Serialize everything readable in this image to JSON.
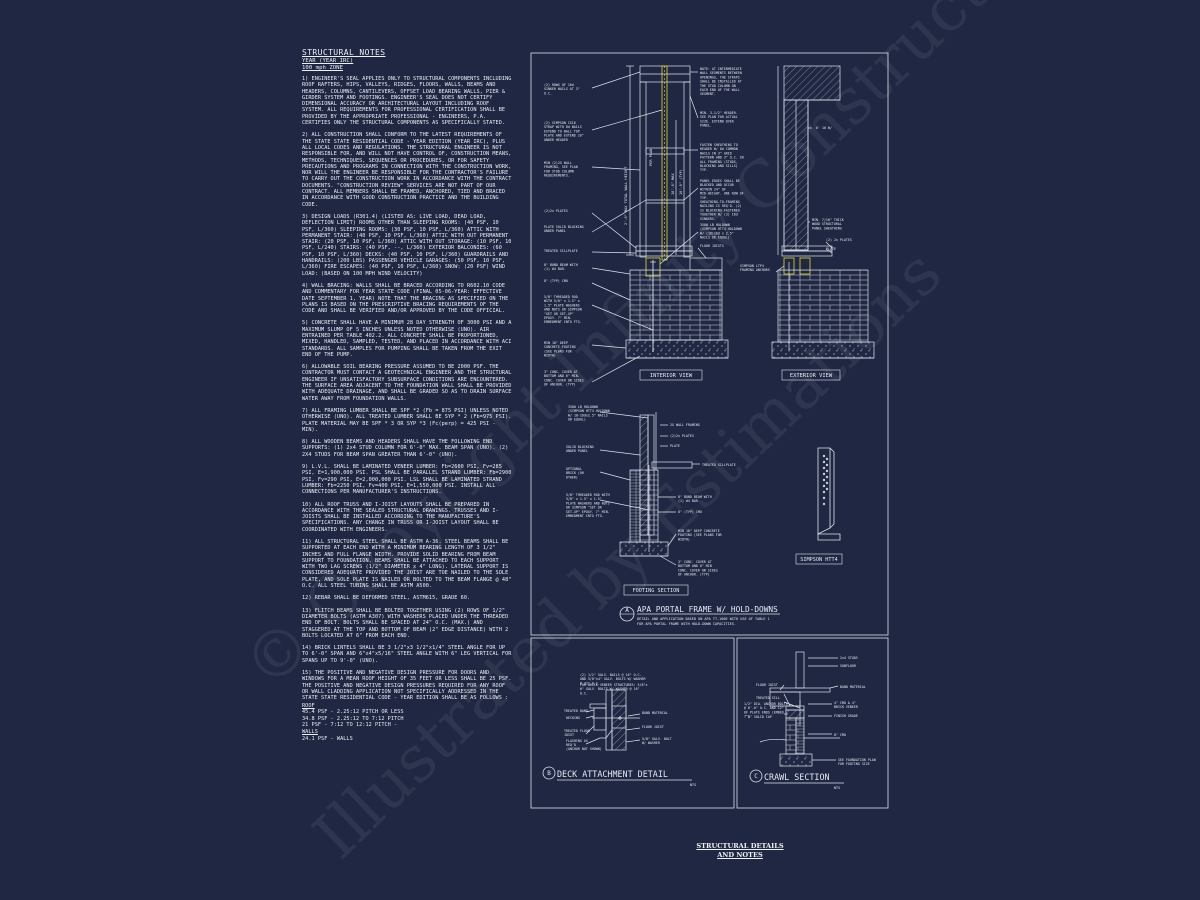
{
  "notes": {
    "title": "STRUCTURAL NOTES",
    "subtitle_1": "YEAR  (YEAR IRC)",
    "subtitle_2": "100 mph ZONE",
    "paragraphs": [
      "1) ENGINEER'S SEAL APPLIES ONLY TO STRUCTURAL COMPONENTS INCLUDING ROOF RAFTERS, HIPS, VALLEYS, RIDGES, FLOORS, WALLS, BEAMS AND HEADERS, COLUMNS, CANTILEVERS, OFFSET LOAD BEARING WALLS, PIER & GIRDER SYSTEM AND FOOTINGS. ENGINEER'S SEAL DOES NOT CERTIFY DIMENSIONAL ACCURACY OR ARCHITECTURAL LAYOUT INCLUDING ROOF SYSTEM. ALL REQUIREMENTS FOR PROFESSIONAL CERTIFICATION SHALL BE PROVIDED BY THE APPROPRIATE PROFESSIONAL - ENGINEERS, P.A. CERTIFIES ONLY THE STRUCTURAL COMPONENTS AS SPECIFICALLY STATED.",
      "2) ALL CONSTRUCTION SHALL CONFORM TO THE LATEST REQUIREMENTS OF THE STATE STATE RESIDENTIAL CODE - YEAR EDITION (YEAR IRC), PLUS ALL LOCAL CODES AND REGULATIONS. THE STRUCTURAL ENGINEER IS NOT RESPONSIBLE FOR, AND WILL NOT HAVE CONTROL OF, CONSTRUCTION MEANS, METHODS, TECHNIQUES, SEQUENCES OR PROCEDURES, OR FOR SAFETY PRECAUTIONS AND PROGRAMS IN CONNECTION WITH THE CONSTRUCTION WORK, NOR WILL THE ENGINEER BE RESPONSIBLE FOR THE CONTRACTOR'S FAILURE TO CARRY OUT THE CONSTRUCTION WORK IN ACCORDANCE WITH THE CONTRACT DOCUMENTS. \"CONSTRUCTION REVIEW\" SERVICES ARE NOT PART OF OUR CONTRACT. ALL MEMBERS SHALL BE FRAMED, ANCHORED, TIED AND BRACED IN ACCORDANCE WITH GOOD CONSTRUCTION PRACTICE AND THE BUILDING CODE.",
      "3) DESIGN LOADS (R301.4) (LISTED AS: LIVE LOAD, DEAD LOAD, DEFLECTION LIMIT) ROOMS OTHER THAN SLEEPING ROOMS: (40 PSF, 10 PSF, L/360) SLEEPING ROOMS: (30 PSF, 10 PSF, L/360) ATTIC WITH PERMANENT STAIR: (40 PSF, 10 PSF, L/360) ATTIC WITH OUT PERMANENT STAIR: (20 PSF, 10 PSF, L/360) ATTIC WITH OUT STORAGE: (10 PSF, 10 PSF, L/240) STAIRS: (40 PSF, --, L/360) EXTERIOR BALCONIES: (60 PSF, 10 PSF, L/360) DECKS: (40 PSF, 10 PSF, L/360) GUARDRAILS AND HANDRAILS: (200 LBS) PASSENGER VEHICLE GARAGES: (50 PSF, 10 PSF, L/360) FIRE ESCAPES: (40 PSF, 10 PSF, L/360) SNOW: (20 PSF) WIND LOAD: (BASED ON 100 MPH WIND VELOCITY)",
      "4) WALL BRACING: WALLS SHALL BE BRACED ACCORDING TO R602.10 CODE AND COMMENTARY FOR YEAR STATE CODE (FINAL 05-06-YEAR: EFFECTIVE DATE SEPTEMBER 1, YEAR) NOTE THAT THE BRACING AS SPECIFIED ON THE PLANS IS BASED ON THE PRESCRIPTIVE BRACING REQUIREMENTS OF THE CODE AND SHALL BE VERIFIED AND/OR APPROVED BY THE CODE OFFICIAL.",
      "5) CONCRETE SHALL HAVE A MINIMUM 28 DAY STRENGTH OF 3000 PSI AND A MAXIMUM SLUMP OF 5 INCHES UNLESS NOTED OTHERWISE (UNO). AIR ENTRAINED PER TABLE 402.2. ALL CONCRETE SHALL BE PROPORTIONED, MIXED, HANDLED, SAMPLED, TESTED, AND PLACED IN ACCORDANCE WITH ACI STANDARDS. ALL SAMPLES FOR PUMPING SHALL BE TAKEN FROM THE EXIT END OF THE PUMP.",
      "6) ALLOWABLE SOIL BEARING PRESSURE ASSUMED TO BE 2000 PSF. THE CONTRACTOR MUST CONTACT A GEOTECHNICAL ENGINEER AND THE STRUCTURAL ENGINEER IF UNSATISFACTORY SUBSURFACE CONDITIONS ARE ENCOUNTERED. THE SURFACE AREA ADJACENT TO THE FOUNDATION WALL SHALL BE PROVIDED WITH ADEQUATE DRAINAGE, AND SHALL BE GRADED SO AS TO DRAIN SURFACE WATER AWAY FROM FOUNDATION WALLS.",
      "7) ALL FRAMING LUMBER SHALL BE SPF *2 (Fb = 875 PSI) UNLESS NOTED OTHERWISE (UNO). ALL TREATED LUMBER SHALL BE SYP * 2 (Fb=975 PSI). PLATE MATERIAL MAY BE SPF * 3 OR SYP *3 (Fc(perp) = 425 PSI - MIN).",
      "8) ALL WOODEN BEAMS AND HEADERS SHALL HAVE THE FOLLOWING END SUPPORTS: (1) 2x4 STUD COLUMN FOR 6'-0\" MAX. BEAM SPAN (UNO). (2) 2X4 STUDS FOR BEAM SPAN GREATER THAN 6'-0\" (UNO).",
      "9) L.V.L. SHALL BE LAMINATED VENEER LUMBER: Fb=2600 PSI, Fv=285 PSI, E=1,900,000 PSI. PSL SHALL BE PARALLEL STRAND LUMBER: Fb=2900 PSI, Fv=290 PSI, E=2,000,000 PSI. LSL SHALL BE LAMINATED STRAND LUMBER: Fb=2250 PSI, Fv=400 PSI, E=1,550,000 PSI. INSTALL ALL CONNECTIONS PER MANUFACTURER'S INSTRUCTIONS.",
      "10) ALL ROOF TRUSS AND I-JOIST LAYOUTS SHALL BE PREPARED IN ACCORDANCE WITH THE SEALED STRUCTURAL DRAWINGS. TRUSSES AND I-JOISTS SHALL BE INSTALLED ACCORDING TO THE MANUFACTURE'S SPECIFICATIONS. ANY CHANGE IN TRUSS OR I-JOIST LAYOUT SHALL BE COORDINATED WITH ENGINEERS.",
      "11) ALL STRUCTURAL STEEL SHALL BE ASTM A-36. STEEL BEAMS SHALL BE SUPPORTED AT EACH END WITH A MINIMUM BEARING LENGTH OF 3 1/2\" INCHES AND FULL FLANGE WIDTH. PROVIDE SOLID BEARING FROM BEAM SUPPORT TO FOUNDATION. BEAMS SHALL BE ATTACHED TO EACH SUPPORT WITH TWO LAG SCREWS (1/2\" DIAMETER x 4\" LONG). LATERAL SUPPORT IS CONSIDERED ADEQUATE PROVIDED THE JOIST ARE TOE NAILED TO THE SOLE PLATE, AND SOLE PLATE IS NAILED OR BOLTED TO THE BEAM FLANGE @ 48\" O.C. ALL STEEL TUBING SHALL BE ASTM A500.",
      "12) REBAR SHALL BE DEFORMED STEEL, ASTM615, GRADE 60.",
      "13) FLITCH BEAMS SHALL BE BOLTED TOGETHER USING (2) ROWS OF 1/2\" DIAMETER BOLTS (ASTM A307) WITH WASHERS PLACED UNDER THE THREADED END OF BOLT. BOLTS SHALL BE SPACED AT 24\" O.C. (MAX.) AND STAGGERED AT THE TOP AND BOTTOM OF BEAM (2\" EDGE DISTANCE) WITH 2 BOLTS LOCATED AT 6\" FROM EACH END.",
      "14) BRICK LINTELS SHALL BE 3 1/2\"x3 1/2\"x1/4\" STEEL ANGLE FOR UP TO 6'-0\" SPAN AND 6\"x4\"x5/16\" STEEL ANGLE WITH 6\" LEG VERTICAL FOR SPANS UP TO 9'-0\" (UNO).",
      "15) THE POSITIVE AND NEGATIVE DESIGN PRESSURE FOR DOORS AND WINDOWS FOR A MEAN ROOF HEIGHT OF 35 FEET OR LESS SHALL BE 25 PSF. THE POSITIVE AND NEGATIVE DESIGN PRESSURES REQUIRED FOR ANY ROOF OR WALL CLADDING APPLICATION NOT SPECIFICALLY ADDRESSED IN THE STATE STATE RESIDENTIAL CODE - YEAR EDITION SHALL BE AS FOLLOWS :"
    ],
    "roof_label": "ROOF",
    "roof_lines": [
      "45.4 PSF - 2.25:12 PITCH OR LESS",
      "34.8 PSF - 2.25:12 TO 7:12 PITCH",
      "21 PSF - 7:12 TO 12:12 PITCH -"
    ],
    "walls_label": "WALLS",
    "walls_lines": [
      "24.1 PSF - WALLS"
    ]
  },
  "portal": {
    "interior_label": "INTERIOR VIEW",
    "exterior_label": "EXTERIOR VIEW",
    "left_callouts": [
      "(2) ROWS OF 16d SINKER NAILS AT 3\" O.C.",
      "(2) SIMPSON CS16 STRAP WITH 8d NAILS EXTEND TO WALL TOP PLATE AND EXTEND 20\" UNDER HEADER",
      "MIN (2)2X WALL FRAMING, SEE PLAN FOR STUD COLUMN REQUIREMENTS.",
      "(2)2x PLATES",
      "PLATE SOLID BLOCKING UNDER PANEL",
      "TREATED SILLPLATE",
      "8\" BOND BEAM WITH (1) #4 BAR.",
      "8\" (TYP) CMU",
      "5/8\" THREADED ROD WITH 5/8\" x 1.5\" x 1.5\" PLATE WASHERS AND NUTS OR SIMPSON \"SET OR SET-XP\" EPOXY. 7\" MIN. EMBEDMENT INTO FTG.",
      "MIN 18\" DEEP CONCRETE FOOTING (SEE PLANS FOR WIDTH)",
      "3\" CONC. COVER AT BOTTOM AND 6\" MIN. CONC. COVER ON SIDES OF ANCHOR. (TYP)"
    ],
    "mid_callouts": [
      "NOTE: AT INTERMEDIATE WALL SEGMENTS BETWEEN OPENINGS, THE STRAPS SHALL BE INSTALLED AT THE STUD COLUMN ON EACH END OF THE WALL SEGMENT.",
      "MIN. 3-1/2\" HEADER. SEE PLAN FOR ACTUAL SIZE. EXTEND OVER PANEL.",
      "FASTEN SHEATHING TO HEADER W/ 8d COMMON NAILS IN 3\" GRID PATTERN AND 3\" O.C. IN ALL FRAMING (STUDS, BLOCKING AND SILLS) TYP.",
      "PANEL EDGES SHALL BE BLOCKED AND OCCUR WITHIN 24\" OF MID-HEIGHT. ONE ROW OF TYP. SHEATHING-TO-FRAMING NAILING IS REQ'D. (2) 2x BLOCKING FASTENED TOGETHER W/ (3) 16d SINKERS.",
      "3500 LB HOLDOWN (SIMPSON HTT4 HOLDOWN W/ (18)16d x 2.5\" NAILS OR EQUAL)",
      "FLOOR JOISTS"
    ],
    "right_callouts": [
      "6' 10 W/",
      "MIN. 7/16\" THICK WOOD STRUCTURAL PANEL SHEATHING",
      "(2) 2x PLATES",
      "PLATE",
      "SIMPSON LTP4 FRAMING ANCHORS"
    ],
    "dims": [
      "2'-0\" MAX TOTAL WALL HEIGHT",
      "PER PLAN",
      "10'-0\" MAX",
      "10'-0\" (TYP)"
    ],
    "footing": {
      "label": "FOOTING SECTION",
      "callouts": [
        "3500 LB HOLDOWN (SIMPSON HTT4 HOLDOWN W/ 18-16dx2.5\" NAILS OR EQUAL)",
        "2X WALL FRAMING",
        "(2)2x PLATES",
        "PLATE",
        "SOLID BLOCKING UNDER PANEL",
        "TREATED SILLPLATE",
        "OPTIONAL BRICK (OR OTHER)",
        "5/8\" THREADED ROD WITH 5/8\" x 1.5\" x 1.5\" PLATE WASHERS AND NUTS OR SIMPSON \"SET OR SET-XP\" EPOXY. 7\" MIN. EMBEDMENT INTO FTG.",
        "8\" BOND BEAM WITH (1) #4 BAR.",
        "8\" (TYP) CMU",
        "MIN 18\" DEEP CONCRETE FOOTING (SEE PLANS FOR WIDTH)",
        "3\" CONC. COVER AT BOTTOM AND 6\" MIN CONC. COVER ON SIDES OF ANCHOR. (TYP)"
      ]
    },
    "simpson_label": "SIMPSON HTT4",
    "detail_letter": "A",
    "detail_title": "APA PORTAL FRAME W/ HOLD-DOWNS",
    "detail_sub_1": "DETAIL AND APPLICATION BASED ON APA TT-100E WITH USE OF TABLE 1",
    "detail_sub_2": "FOR APA PORTAL FRAME WITH HOLD-DOWN CAPACITIES."
  },
  "deck": {
    "letter": "B",
    "title": "DECK ATTACHMENT DETAIL",
    "scale": "NTS",
    "callouts": [
      "(2) 1/2\" GALV. NAILS @ 16\" O.C. AND 5/8\"x4\" GALV. BOLTS W/ WASHER @ 32\" O.C.",
      "FOR BRICK VENEER STRUCTURES: 5/8\"x 6\" GALV. BOLTS W/ WASHER @ 16\" O.C.",
      "TREATED BAND",
      "DECKING",
      "TREATED FLOOR JOIST",
      "FLASHING AS REQ'D",
      "(ANCHOR NOT SHOWN)",
      "BAND MATERIAL",
      "FLOOR JOIST",
      "5/8\" GALV. BOLT W/ WASHER"
    ]
  },
  "crawl": {
    "letter": "C",
    "title": "CRAWL SECTION",
    "scale": "NTS",
    "callouts": [
      "2x4 STUDS",
      "SUBFLOOR",
      "FLOOR JOIST",
      "BAND MATERIAL",
      "TREATED SILL",
      "1/2\" DIA. ANCHOR BOLTS @ 6'-0\" O.C. AND 12\" OF PLATE ENDS (EMBED 7\")",
      "8\" SOLID CAP",
      "4\" CMU & 4\" BRICK VENEER",
      "FINISH GRADE",
      "8\" CMU",
      "SEE FOUNDATION PLAN FOR FOOTING SIZE"
    ]
  },
  "sheet_title": [
    "STRUCTURAL DETAILS",
    "AND NOTES"
  ],
  "watermark": [
    "© Copyright Infinity Construction",
    "Illustrated by Estimations"
  ],
  "colors": {
    "background": "#1f2742",
    "line": "#dfe3ee",
    "highlight": "#e5d73a",
    "frame": "#c9ceda"
  }
}
